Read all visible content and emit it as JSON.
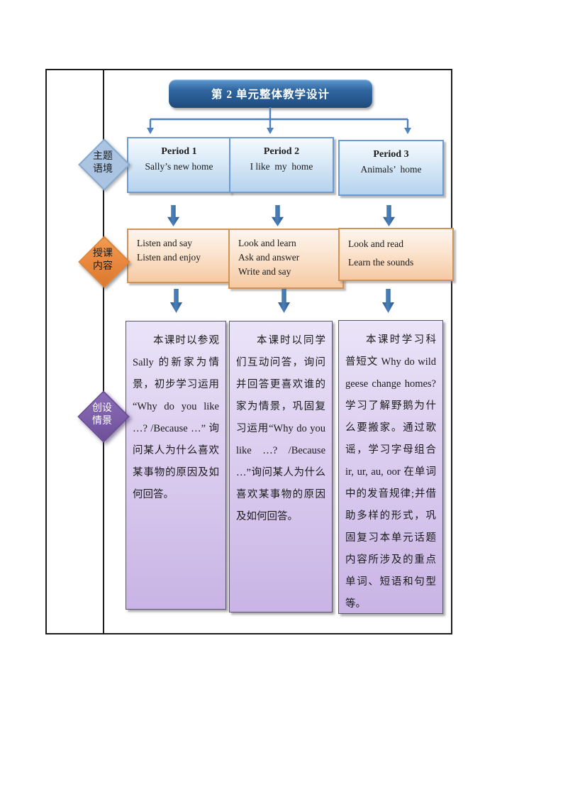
{
  "title": "第 2 单元整体教学设计",
  "side_labels": [
    {
      "id": "theme-context",
      "line1": "主题",
      "line2": "语境"
    },
    {
      "id": "lesson-content",
      "line1": "授课",
      "line2": "内容"
    },
    {
      "id": "scene-creation",
      "line1": "创设",
      "line2": "情景"
    }
  ],
  "periods": [
    {
      "name": "Period 1",
      "topic": "Sally’s new home"
    },
    {
      "name": "Period 2",
      "topic": "I like  my  home"
    },
    {
      "name": "Period 3",
      "topic": "Animals’  home"
    }
  ],
  "activities": [
    {
      "lines": [
        "Listen and say",
        "Listen and enjoy"
      ]
    },
    {
      "lines": [
        "Look and learn",
        "Ask and answer",
        "Write and say"
      ]
    },
    {
      "lines": [
        "Look and read",
        "Learn the sounds"
      ]
    }
  ],
  "descriptions": [
    {
      "text": "本课时以参观Sally 的新家为情景，初步学习运用 “Why do you like …? /Because …” 询问某人为什么喜欢某事物的原因及如何回答。"
    },
    {
      "text": "本课时以同学们互动问答，询问并回答更喜欢谁的家为情景，巩固复习运用“Why do you like …? /Because …”询问某人为什么喜欢某事物的原因及如何回答。"
    },
    {
      "text": "本课时学习科普短文 Why do wild geese change homes? 学习了解野鹅为什么要搬家。通过歌谣，学习字母组合 ir, ur, au, oor 在单词中的发音规律;并借助多样的形式，巩固复习本单元话题内容所涉及的重点单词、短语和句型等。"
    }
  ],
  "colors": {
    "title_fill": "#2a5f95",
    "connector": "#4f81bd",
    "period_border": "#6b9bd2",
    "activity_border": "#cf9257",
    "description_border": "#5b5370",
    "diamond_blue": "#aac4e2",
    "diamond_orange": "#e8863c",
    "diamond_purple": "#7b5da8",
    "arrow_fill": "#3a6ea8"
  }
}
